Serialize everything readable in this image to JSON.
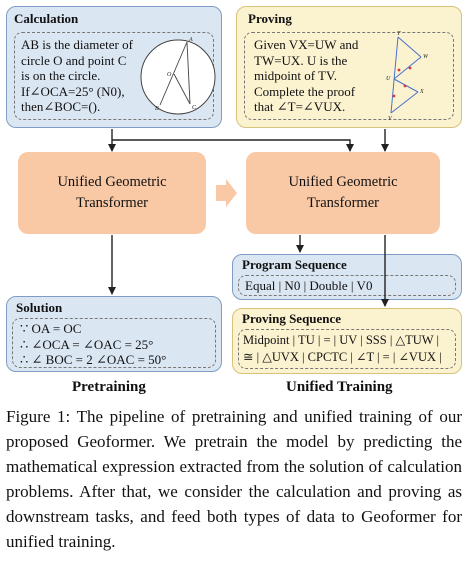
{
  "calculation": {
    "header": "Calculation",
    "lines": [
      "AB is the diameter of",
      "circle O and point C",
      "is on the circle.",
      "If∠OCA=25° (N0),",
      "then∠BOC=()."
    ],
    "figure_labels": {
      "A": "A",
      "O": "O",
      "B": "B",
      "C": "C"
    }
  },
  "proving": {
    "header": "Proving",
    "lines": [
      "Given VX=UW and",
      "TW=UX. U is the",
      "midpoint of TV.",
      "Complete the proof",
      "that ∠T=∠VUX."
    ],
    "figure_labels": {
      "T": "T",
      "W": "W",
      "U": "U",
      "X": "X",
      "V": "V"
    }
  },
  "transformer_left": {
    "line1": "Unified Geometric",
    "line2": "Transformer"
  },
  "transformer_right": {
    "line1": "Unified Geometric",
    "line2": "Transformer"
  },
  "program_sequence": {
    "header": "Program Sequence",
    "content": "Equal | N0 | Double | V0"
  },
  "solution": {
    "header": "Solution",
    "lines": [
      "∵  OA = OC",
      "∴ ∠OCA = ∠OAC = 25°",
      "∴ ∠ BOC = 2 ∠OAC = 50°"
    ]
  },
  "proving_sequence": {
    "header": "Proving Sequence",
    "line1": "Midpoint | TU | = | UV | SSS | △TUW |",
    "line2": "≅ | △UVX | CPCTC | ∠T | = | ∠VUX |"
  },
  "labels": {
    "pretraining": "Pretraining",
    "unified_training": "Unified Training"
  },
  "caption": "Figure 1: The pipeline of pretraining and unified training of our proposed Geoformer. We pretrain the model by predicting the mathematical expression extracted from the solution of calculation problems. After that, we consider the calculation and proving as downstream tasks, and feed both types of data to Geoformer for unified training."
}
